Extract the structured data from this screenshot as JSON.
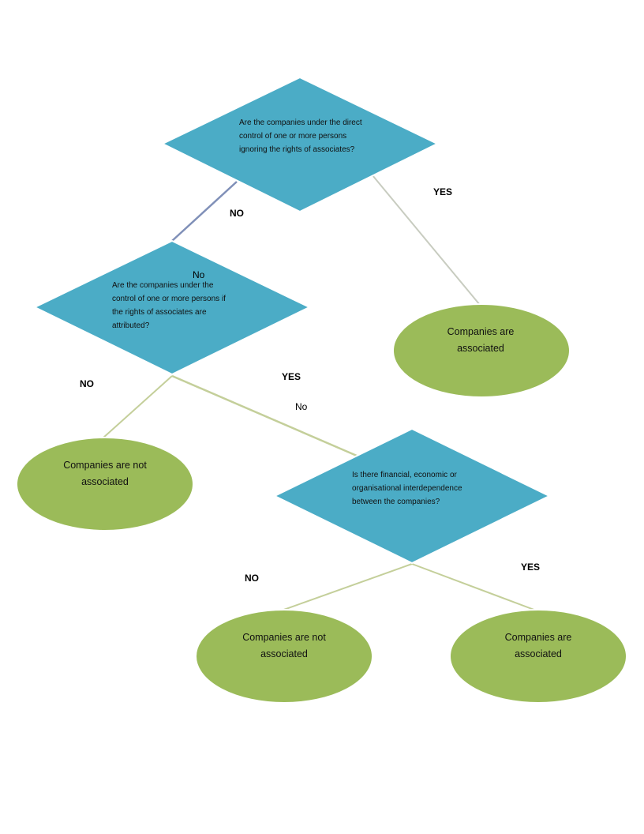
{
  "diagram": {
    "questions": {
      "q1": "Are the companies under the direct control of one or more persons ignoring the rights of associates?",
      "q2": "Are the companies under the control of one or more persons if the rights of associates are attributed?",
      "q3": "Is there financial, economic or organisational interdependence between the companies?"
    },
    "outcomes": {
      "o1": "Companies are associated",
      "o2": "Companies are not associated",
      "o3": "Companies are not associated",
      "o4": "Companies are associated"
    },
    "edge_labels": {
      "q1_no": "NO",
      "q1_yes": "YES",
      "q2_no_caption": "No",
      "q2_no": "NO",
      "q2_yes": "YES",
      "q3_no_caption": "No",
      "q3_no": "NO",
      "q3_yes": "YES"
    },
    "colors": {
      "decision_fill": "#4bacc6",
      "outcome_fill": "#9bbb59",
      "connector": "#c4cf9a",
      "connector_dark": "#8090b8"
    }
  }
}
